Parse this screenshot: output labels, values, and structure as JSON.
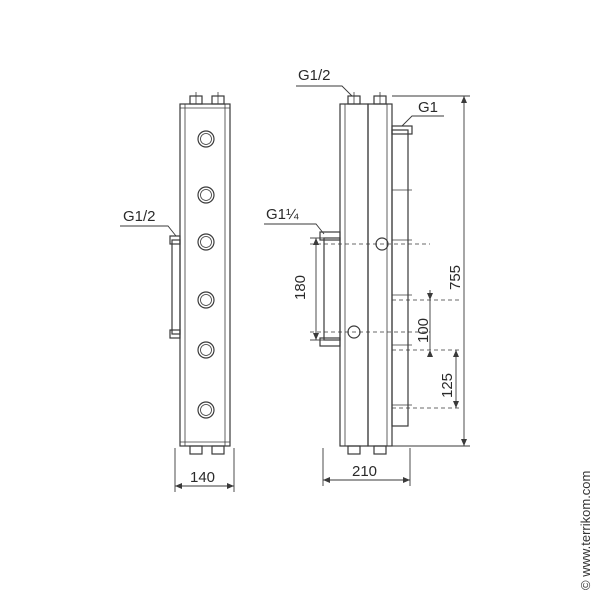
{
  "labels": {
    "left_connection": "G1/2",
    "top_connection": "G1/2",
    "right_connection": "G1",
    "side_connection": "G1¼"
  },
  "dimensions": {
    "width_left": "140",
    "width_right": "210",
    "height": "755",
    "spacing_180": "180",
    "spacing_100": "100",
    "spacing_125": "125"
  },
  "copyright": "© www.terrikom.com"
}
